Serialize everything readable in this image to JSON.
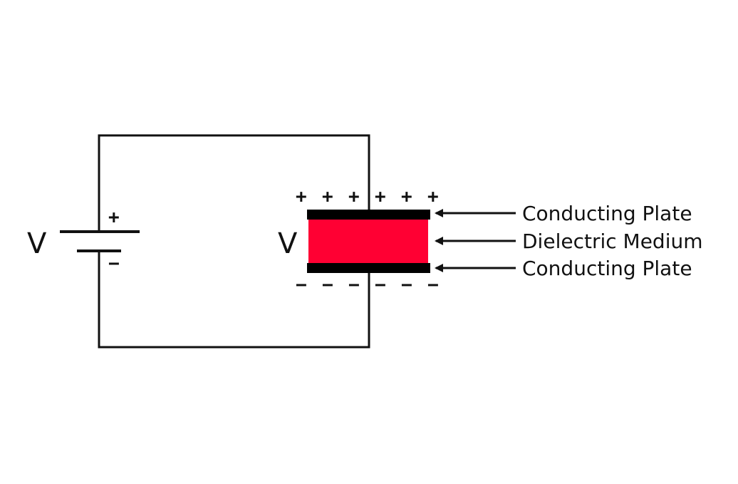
{
  "battery": {
    "voltage_label": "V",
    "positive_sign": "+",
    "negative_sign": "−"
  },
  "capacitor": {
    "voltage_label": "V",
    "top_charges": [
      "+",
      "+",
      "+",
      "+",
      "+",
      "+"
    ],
    "bottom_charges": [
      "−",
      "−",
      "−",
      "−",
      "−",
      "−"
    ],
    "plate_color": "#000000",
    "dielectric_color": "#ff0033"
  },
  "callouts": {
    "top_plate": "Conducting Plate",
    "dielectric": "Dielectric Medium",
    "bottom_plate": "Conducting Plate"
  },
  "colors": {
    "wire": "#111111",
    "background": "#ffffff"
  }
}
